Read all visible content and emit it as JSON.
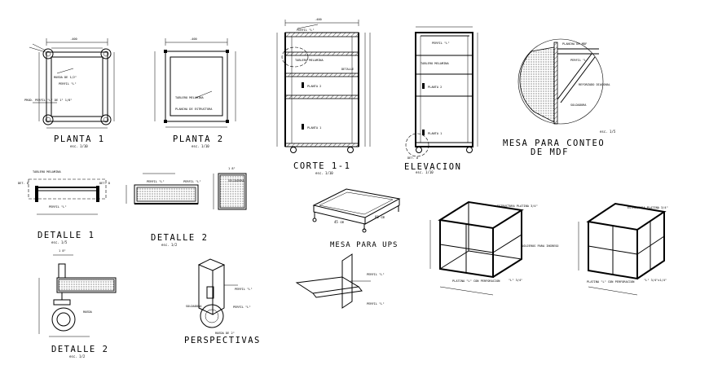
{
  "labels": {
    "planta1": "PLANTA 1",
    "planta2": "PLANTA 2",
    "corte": "CORTE 1-1",
    "elevacion": "ELEVACION",
    "mesa1": "MESA PARA CONTEO",
    "mesa2": "DE MDF",
    "detalle1": "DETALLE 1",
    "detalle2": "DETALLE 2",
    "perspectivas": "PERSPECTIVAS",
    "mesa_ups": "MESA PARA UPS",
    "dim_45": "45 cm",
    "dim_60": "60 cm",
    "dim_18": "1 8\"",
    "planta1_short": "PLANTA 1",
    "planta2_short": "PLANTA 2",
    "detalle_small": "DETALLE",
    "esc_p1": "esc. 1/10",
    "esc_p2": "esc. 1/10",
    "esc_c": "esc. 1/10",
    "esc_e": "esc. 1/10",
    "esc_m": "esc. 1/5",
    "esc_d1": "esc. 1/5",
    "esc_d2": "esc. 1/2",
    "esc_d2b": "esc. 1/2",
    "dim_top_p1": ".400",
    "dim_top_p2": ".400",
    "dim_top_c": ".400",
    "ann_p1a": "RUEDA DE 1/2\"",
    "ann_p1b": "PERFIL \"L\"",
    "ann_p1c": "PROD. PERFIL \"L\" DE 1\" 1/8\"",
    "ann_p2a": "TABLERO MELAMINA",
    "ann_p2b": "PLANCHA DE ESTRUCTURA",
    "ann_c1": "PERFIL \"L\"",
    "ann_c2": "TABLERO MELAMINA",
    "ann_e1": "PERFIL \"L\"",
    "ann_e2": "TABLERO MELAMINA",
    "det_e": "DET. D",
    "ann_m1": "PLANCHA DE MDF",
    "ann_m2": "PERFIL \"L\"",
    "ann_m3": "REFORZADO DIAGONAL",
    "ann_m4": "SOLDADURA",
    "det_d1a": "DET. D",
    "det_d1b": "DET. D",
    "ann_d1a": "TABLERO MELAMINA",
    "ann_d1b": "PERFIL \"L\"",
    "ann_d2a": "PERFIL \"L\"",
    "ann_d2b": "PERFIL \"L\"",
    "ann_d2c": "SOLDADURA",
    "ann_db1": "RUEDA",
    "ann_pe1": "PERFIL \"L\"",
    "ann_pe2": "PERFIL \"L\"",
    "ann_pe3": "SOLDADURA",
    "ann_pe4": "RUEDA DE 2\"",
    "ann_u1": "PERFIL \"L\"",
    "ann_u2": "PERFIL \"L\"",
    "ann_f1": "ESTRUCTURA PLATINA 3/4\"",
    "ann_f2": "AGUJEROS PARA INGRESO",
    "ann_f3": "PLATINA \"L\" CON PERFORACION",
    "ann_f4": "\"L\" 3/4\"",
    "ann_f5": "ESTRUCTURA PLATINA 3/4\"",
    "ann_f6": "\"L\" 3/4\"x1/4\""
  }
}
